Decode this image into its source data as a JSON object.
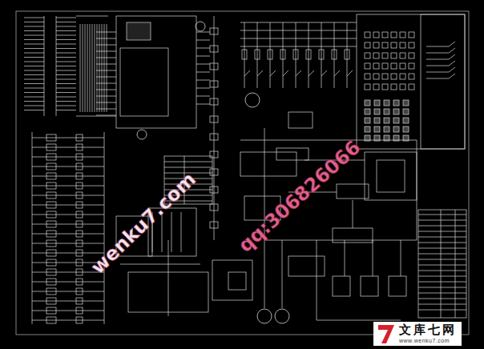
{
  "diagram": {
    "nodes": [
      {
        "text": [
          "文库七网",
          "www.wenku7.com"
        ]
      }
    ],
    "labels": [
      "wenku7.com",
      "qq:306826066"
    ]
  }
}
